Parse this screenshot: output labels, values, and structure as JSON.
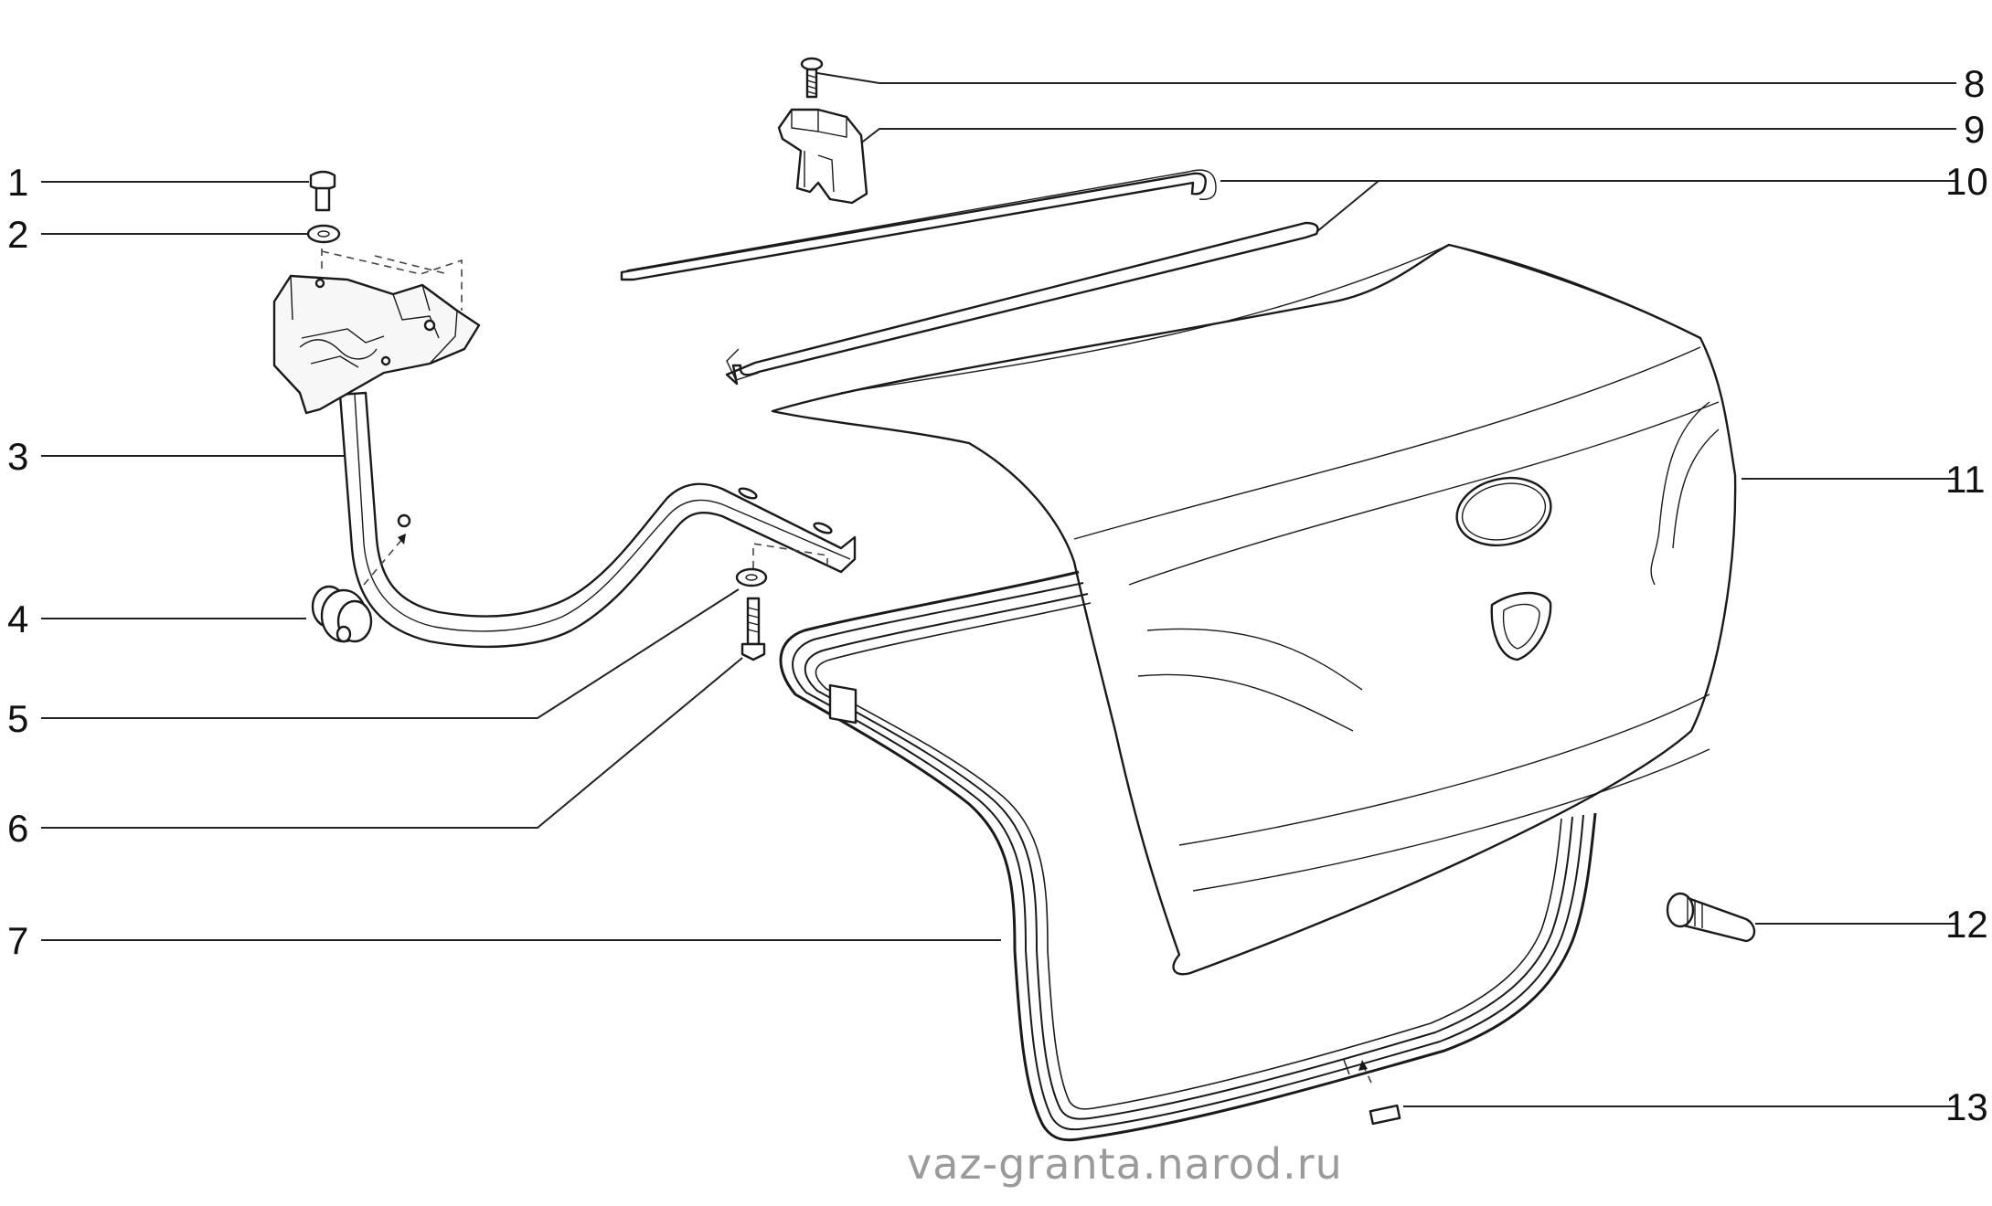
{
  "callouts": [
    {
      "id": "1",
      "label": "1"
    },
    {
      "id": "2",
      "label": "2"
    },
    {
      "id": "3",
      "label": "3"
    },
    {
      "id": "4",
      "label": "4"
    },
    {
      "id": "5",
      "label": "5"
    },
    {
      "id": "6",
      "label": "6"
    },
    {
      "id": "7",
      "label": "7"
    },
    {
      "id": "8",
      "label": "8"
    },
    {
      "id": "9",
      "label": "9"
    },
    {
      "id": "10",
      "label": "10"
    },
    {
      "id": "11",
      "label": "11"
    },
    {
      "id": "12",
      "label": "12"
    },
    {
      "id": "13",
      "label": "13"
    }
  ],
  "watermark": "vaz-granta.narod.ru"
}
